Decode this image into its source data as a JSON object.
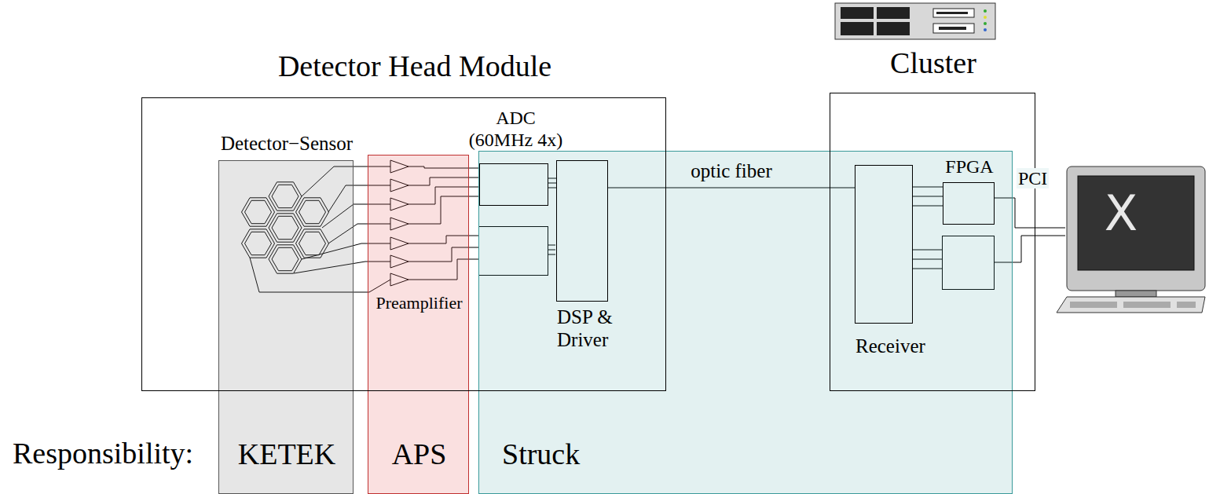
{
  "diagram": {
    "nodes": [
      {
        "text": [
          "Detector−Sensor",
          "KETEK"
        ]
      },
      {
        "text": [
          "Preamplifier",
          "APS"
        ]
      },
      {
        "text": [
          "Struck"
        ]
      },
      {
        "text": [
          "Detector Head Module"
        ]
      },
      {
        "text": [
          "ADC (60MHz 4x)"
        ],
        "in": 3
      },
      {
        "text": [
          "DSP & Driver"
        ],
        "in": 3
      },
      {
        "text": [
          "Cluster"
        ]
      },
      {
        "text": [
          "Receiver"
        ],
        "in": 6
      },
      {
        "text": [
          "FPGA"
        ],
        "in": 6
      }
    ],
    "edges": [
      {
        "from": 5,
        "to": 7,
        "arrow": "none",
        "label": "optic fiber"
      },
      {
        "from": 4,
        "to": 5,
        "arrow": "none"
      },
      {
        "from": 7,
        "to": 8,
        "arrow": "none"
      }
    ],
    "labels": [
      "Responsibility:",
      "PCI",
      "X"
    ]
  }
}
